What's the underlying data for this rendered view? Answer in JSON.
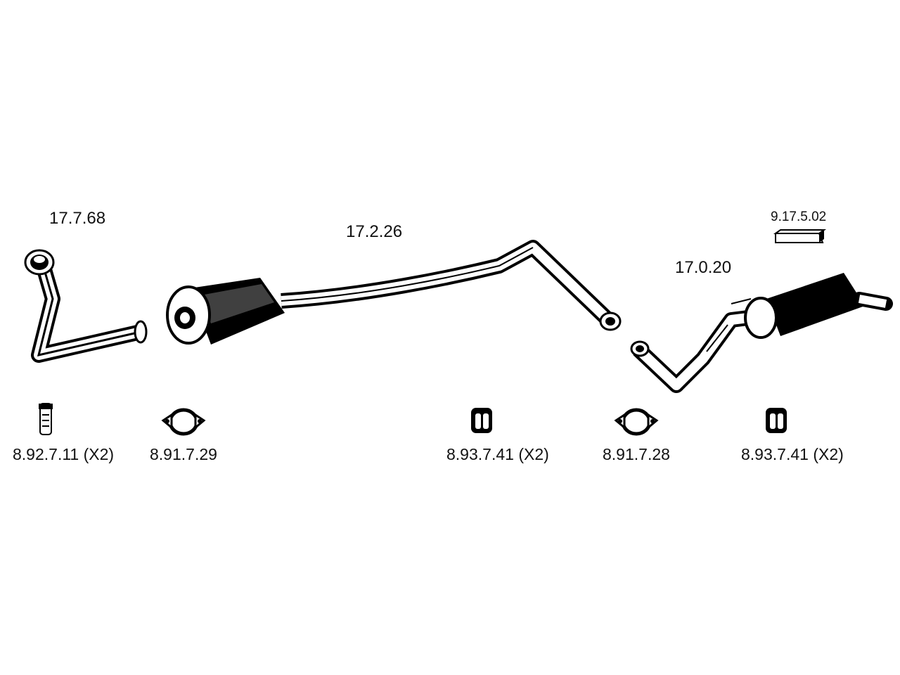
{
  "parts": {
    "front_pipe": {
      "code": "17.7.68"
    },
    "center_silencer": {
      "code": "17.2.26"
    },
    "rear_silencer": {
      "code": "17.0.20"
    },
    "rubber_block": {
      "code": "9.17.5.02"
    }
  },
  "fittings": {
    "bolt": {
      "code": "8.92.7.11",
      "qty": "(X2)"
    },
    "clamp_front": {
      "code": "8.91.7.29"
    },
    "hanger_mid": {
      "code": "8.93.7.41",
      "qty": "(X2)"
    },
    "clamp_rear": {
      "code": "8.91.7.28"
    },
    "hanger_rear": {
      "code": "8.93.7.41",
      "qty": "(X2)"
    }
  }
}
